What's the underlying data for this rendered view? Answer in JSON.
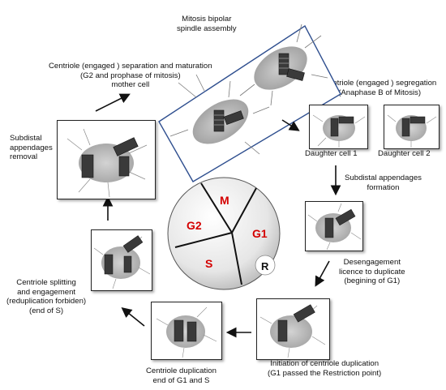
{
  "labels": {
    "mitosis": [
      "Mitosis bipolar",
      "spindle assembly"
    ],
    "separation": [
      "Centriole (engaged ) separation and maturation",
      "(G2 and prophase of mitosis)",
      "mother cell"
    ],
    "segregation": [
      "Centriole (engaged ) segregation",
      "(Anaphase B of Mitosis)"
    ],
    "daughter1": "Daughter cell 1",
    "daughter2": "Daughter cell 2",
    "subdistal_removal": [
      "Subdistal",
      "appendages",
      "removal"
    ],
    "subdistal_formation": [
      "Subdistal appendages",
      "formation"
    ],
    "disengagement": [
      "Desengagement",
      "licence to duplicate",
      "(begining of G1)"
    ],
    "splitting": [
      "Centriole splitting",
      "and engagement",
      "(reduplication forbiden)",
      "(end of S)"
    ],
    "duplication": [
      "Centriole duplication",
      "end of G1 and S"
    ],
    "initiation": [
      "Initiation of centriole duplication",
      "(G1 passed the Restriction point)"
    ]
  },
  "cycle": {
    "phases": [
      "M",
      "G2",
      "G1",
      "S"
    ],
    "restriction": "R"
  },
  "colors": {
    "phase_text": "#d40000",
    "mitosis_frame": "#2f4f8f",
    "arrow": "#111111"
  }
}
